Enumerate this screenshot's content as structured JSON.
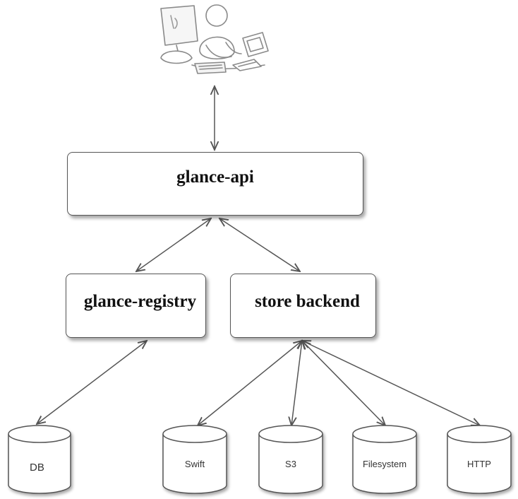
{
  "components": {
    "api_label": "glance-api",
    "registry_label": "glance-registry",
    "store_label": "store backend"
  },
  "databases": {
    "db_label": "DB",
    "swift_label": "Swift",
    "s3_label": "S3",
    "filesystem_label": "Filesystem",
    "http_label": "HTTP"
  },
  "user_icon": "user-at-computer-icon"
}
